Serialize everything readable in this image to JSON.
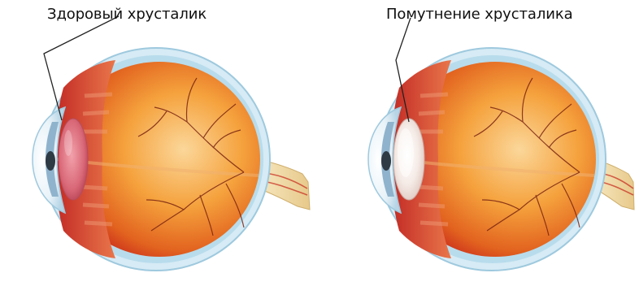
{
  "diagrams": [
    {
      "label": "Здоровый хрусталик",
      "lens_state": "healthy",
      "lens_color": "#d96877"
    },
    {
      "label": "Помутнение хрусталика",
      "lens_state": "cloudy",
      "lens_color": "#f5ebe6"
    }
  ],
  "colors": {
    "sclera_outer": "#d6ebf5",
    "sclera_edge": "#9ec9de",
    "retina_red": "#c8271b",
    "fundus_orange": "#f5a23d",
    "vessel": "#7a2412",
    "optic_nerve": "#f2dfae",
    "iris_blue": "#8fb3cc",
    "pupil": "#2e3a44",
    "leader_line": "#222222"
  }
}
